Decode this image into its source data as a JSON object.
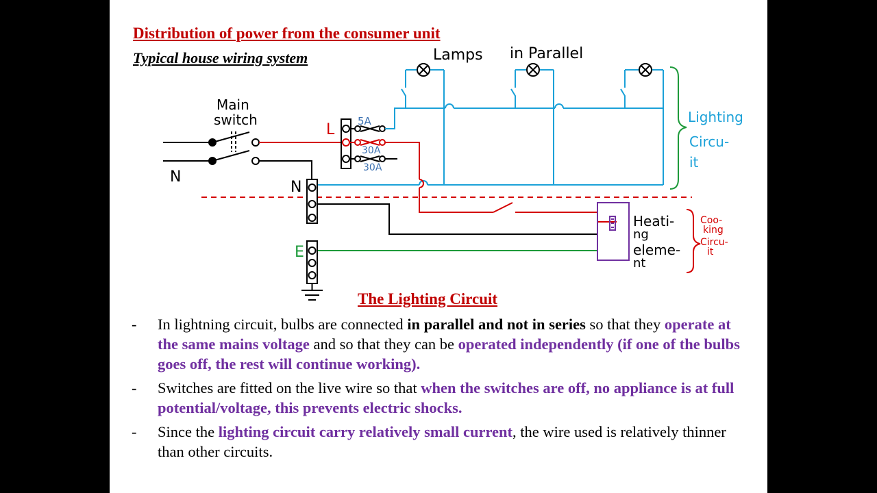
{
  "slide": {
    "title": "Distribution of power from the consumer unit",
    "subtitle": "Typical house wiring system",
    "section_title": "The Lighting Circuit"
  },
  "diagram": {
    "lamps_label": "Lamps",
    "in_parallel_label": "in Parallel",
    "main_switch_line1": "Main",
    "main_switch_line2": "switch",
    "n_left": "N",
    "l_label": "L",
    "n_box": "N",
    "e_label": "E",
    "fuse_5a": "5A",
    "fuse_30a_1": "30A",
    "fuse_30a_2": "30A",
    "lighting_line1": "Lighting",
    "lighting_line2": "Circu-",
    "lighting_line3": "it",
    "heating_line1": "Heati-",
    "heating_line2": "ng",
    "heating_line3": "eleme-",
    "heating_line4": "nt",
    "cooking_line1": "Coo-",
    "cooking_line2": "king",
    "cooking_line3": "Circu-",
    "cooking_line4": "it",
    "colors": {
      "live": "#d40000",
      "neutral": "#000000",
      "lighting": "#1ba1d8",
      "earth": "#1d9a3a",
      "cooking": "#d40000",
      "fuse_text": "#3a6fb0",
      "heater_box": "#7030a0"
    }
  },
  "bullets": [
    {
      "dash": "-",
      "t1": "In lightning circuit, bulbs are connected ",
      "b1": "in parallel and not in series",
      "t2": " so that they ",
      "p1": "operate at the same mains voltage",
      "t3": " and so that they can be ",
      "p2": "operated independently (if one of the bulbs goes off, the rest will continue working)."
    },
    {
      "dash": "-",
      "t1": "Switches are fitted on the live wire so that ",
      "p1": "when the switches are off, no appliance is at full potential/voltage, this prevents electric shocks."
    },
    {
      "dash": "-",
      "t1": "Since the ",
      "p1": "lighting circuit carry relatively small current",
      "t2": ", the wire used is relatively thinner than other circuits."
    }
  ]
}
